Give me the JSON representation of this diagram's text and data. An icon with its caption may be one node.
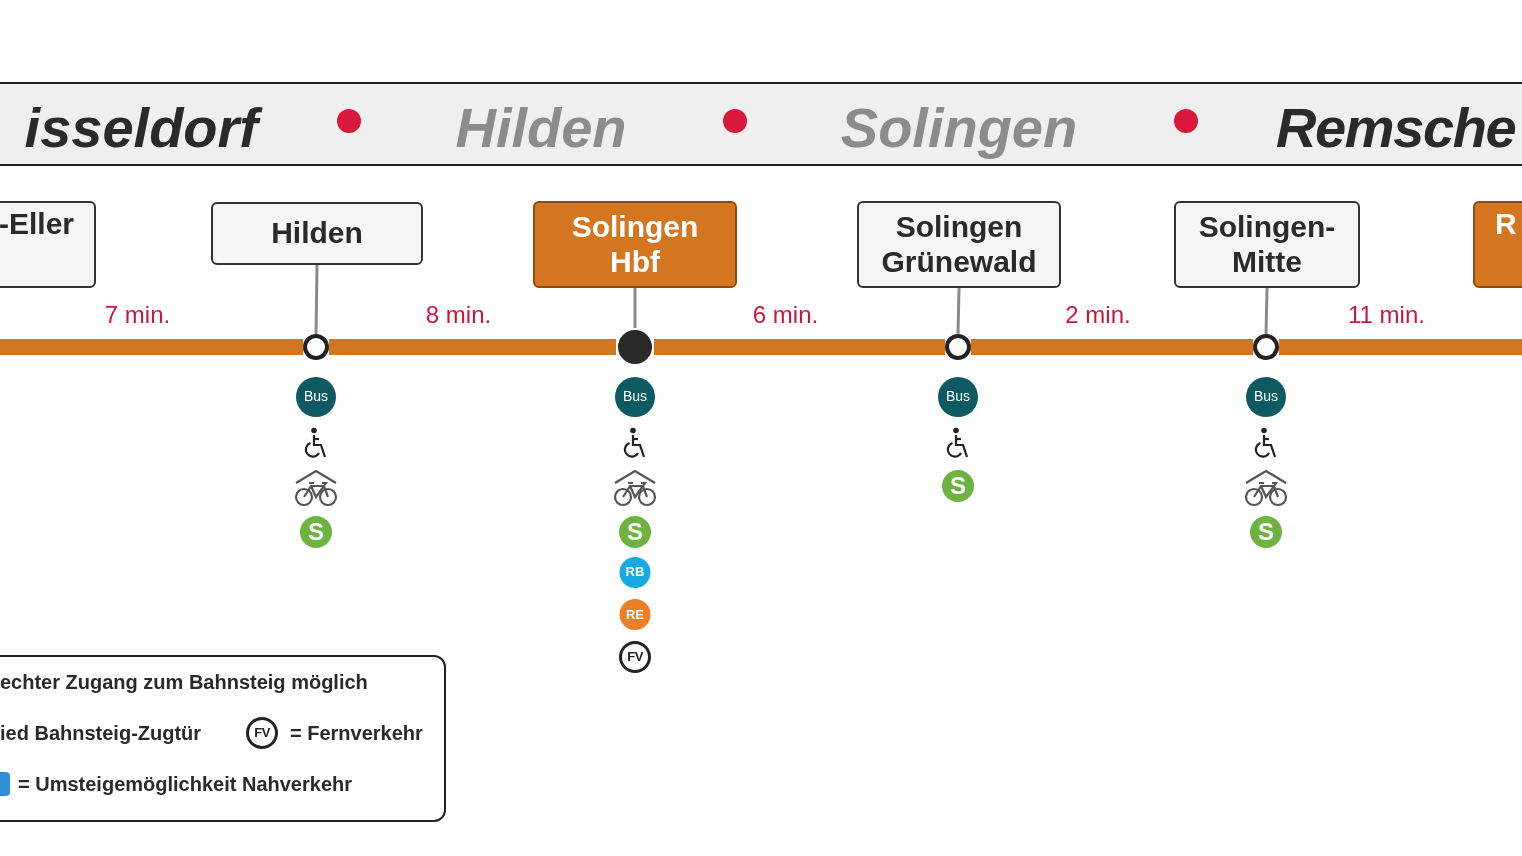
{
  "diagram": {
    "nodes": [
      {
        "text": [
          "-Eller"
        ]
      },
      {
        "text": [
          "Hilden"
        ]
      },
      {
        "text": [
          "Solingen Hbf"
        ]
      },
      {
        "text": [
          "Solingen Grünewald"
        ]
      },
      {
        "text": [
          "Solingen- Mitte"
        ]
      },
      {
        "text": [
          "R"
        ]
      },
      {
        "text": [],
        "shape": "circle"
      },
      {
        "text": [],
        "shape": "circle"
      },
      {
        "text": [],
        "shape": "circle"
      },
      {
        "text": [],
        "shape": "circle"
      }
    ],
    "edges": [
      {
        "from": 1,
        "to": 6,
        "arrow": "none",
        "color": "#8a8a8a"
      },
      {
        "from": 2,
        "to": 7,
        "arrow": "none",
        "color": "#8a8a8a"
      },
      {
        "from": 3,
        "to": 8,
        "arrow": "none",
        "color": "#8a8a8a"
      },
      {
        "from": 4,
        "to": 9,
        "arrow": "none",
        "color": "#8a8a8a"
      },
      {
        "from": null,
        "to": 6,
        "arrow": "none",
        "label": "7 min."
      },
      {
        "from": 6,
        "to": 7,
        "arrow": "none",
        "label": "8 min."
      },
      {
        "from": 7,
        "to": 8,
        "arrow": "none",
        "label": "6 min."
      },
      {
        "from": 8,
        "to": 9,
        "arrow": "none",
        "label": "2 min."
      },
      {
        "from": 9,
        "to": null,
        "arrow": "none",
        "label": "11 min."
      }
    ],
    "labels": [
      "isseldorf",
      "Hilden",
      "Solingen",
      "Remsche",
      "Bus",
      "S",
      "Bus",
      "S",
      "RB",
      "RE",
      "FV",
      "Bus",
      "S",
      "Bus",
      "S",
      "FV"
    ],
    "legend": [
      {
        "text": "echter Zugang zum Bahnsteig möglich"
      },
      {
        "text": "ied Bahnsteig-Zugtür"
      },
      {
        "text": "= Fernverkehr"
      },
      {
        "text": "= Umsteigemöglichkeit Nahverkehr"
      }
    ]
  }
}
